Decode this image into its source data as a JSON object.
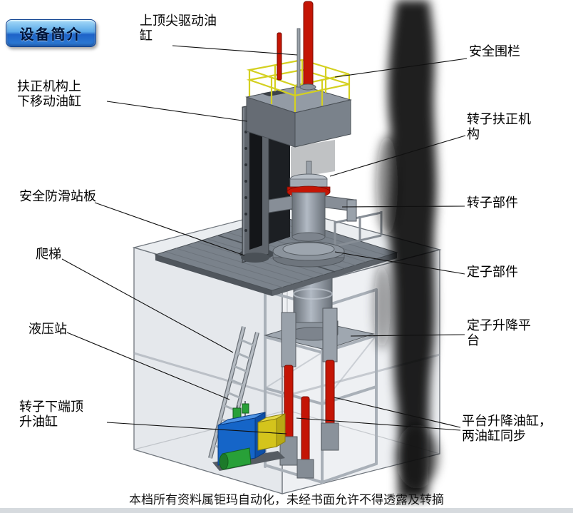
{
  "badge": {
    "label": "设备简介"
  },
  "labels": {
    "top_cylinder": "上顶尖驱动油缸",
    "safety_fence": "安全围栏",
    "centering_cylinder": "扶正机构上下移动油缸",
    "rotor_centering": "转子扶正机构",
    "antislip_plate": "安全防滑站板",
    "rotor_part": "转子部件",
    "ladder": "爬梯",
    "stator_part": "定子部件",
    "hydraulic_station": "液压站",
    "stator_lift_platform": "定子升降平台",
    "rotor_jack_cylinder": "转子下端顶升油缸",
    "platform_lift_cylinders": "平台升降油缸，两油缸同步"
  },
  "footer": {
    "text": "本档所有资料属钜玛自动化，未经书面允许不得透露及转摘"
  },
  "colors": {
    "badge_blue": "#2f7fd6",
    "cylinder_red": "#c41505",
    "railing_yellow": "#d4d020",
    "hydraulic_blue": "#1565c8",
    "pump_green": "#28a038",
    "valve_yellow": "#d4c41c"
  }
}
